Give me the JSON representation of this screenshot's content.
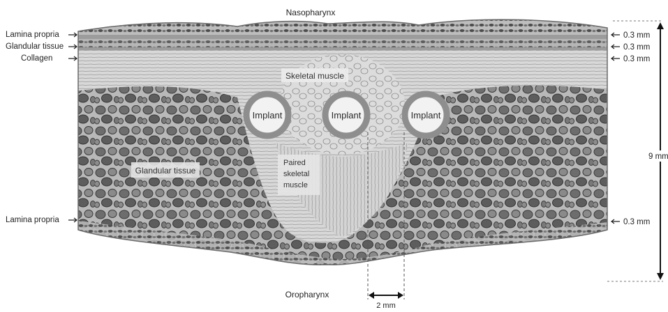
{
  "labels": {
    "top": "Nasopharynx",
    "bottom": "Oropharynx",
    "left": [
      "Lamina propria",
      "Glandular tissue",
      "Collagen"
    ],
    "left_lower": "Lamina propria",
    "right": [
      "0.3 mm",
      "0.3 mm",
      "0.3 mm"
    ],
    "right_lower": "0.3 mm",
    "thickness": "9 mm",
    "spacing": "2 mm",
    "skeletal_muscle": "Skeletal muscle",
    "glandular_tissue": "Glandular tissue",
    "paired_skeletal_muscle": [
      "Paired",
      "skeletal",
      "muscle"
    ],
    "implant": "Implant"
  },
  "colors": {
    "implant_ring": "#8e8e8e",
    "gland_fill": "#7a7a7a",
    "muscle": "#d2d2d2"
  }
}
